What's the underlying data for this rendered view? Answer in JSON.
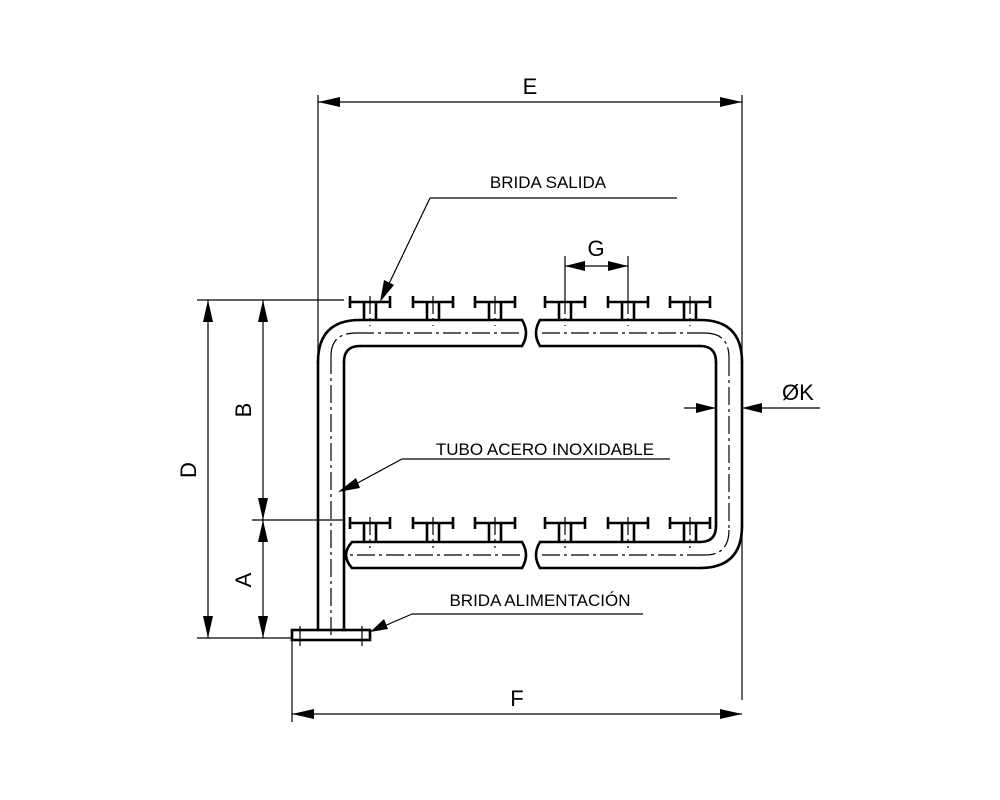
{
  "dimensions": {
    "A": "A",
    "B": "B",
    "D": "D",
    "E": "E",
    "F": "F",
    "G": "G",
    "K": "ØK"
  },
  "callouts": {
    "outlet_flange": "BRIDA SALIDA",
    "tube": "TUBO ACERO INOXIDABLE",
    "inlet_flange": "BRIDA ALIMENTACIÓN"
  }
}
